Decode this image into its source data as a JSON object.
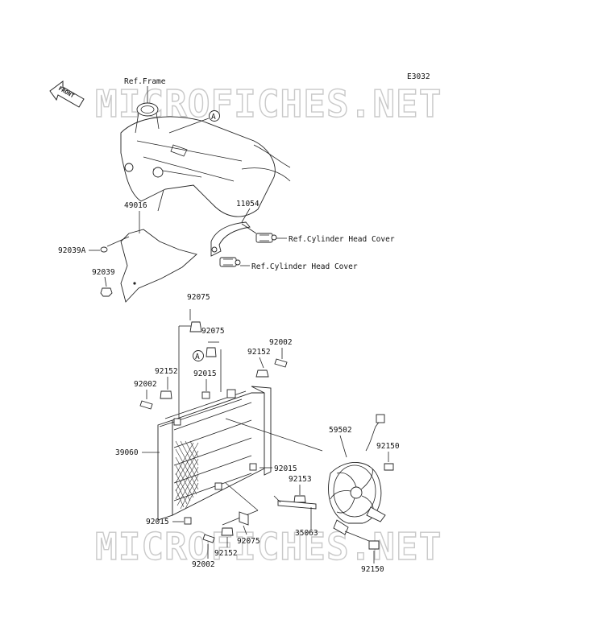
{
  "diagram_code": "E3032",
  "front_arrow": "FRONT",
  "watermark_text": "MICROFICHES.NET",
  "callout_a": "A",
  "labels": {
    "ref_frame": "Ref.Frame",
    "p49016": "49016",
    "p92039A": "92039A",
    "p92039": "92039",
    "p11054": "11054",
    "ref_cyl_head_cover_1": "Ref.Cylinder Head Cover",
    "ref_cyl_head_cover_2": "Ref.Cylinder Head Cover",
    "p92075_top": "92075",
    "p92075_mid": "92075",
    "p92002_right": "92002",
    "p92152_right": "92152",
    "p92015_top": "92015",
    "p92152_left": "92152",
    "p92002_left": "92002",
    "p39060": "39060",
    "p59502": "59502",
    "p92150_top": "92150",
    "p92015_mid": "92015",
    "p92153": "92153",
    "p92015_bottom": "92015",
    "p35063": "35063",
    "p92075_bottom": "92075",
    "p92152_bottom": "92152",
    "p92002_bottom": "92002",
    "p92150_bottom": "92150"
  }
}
